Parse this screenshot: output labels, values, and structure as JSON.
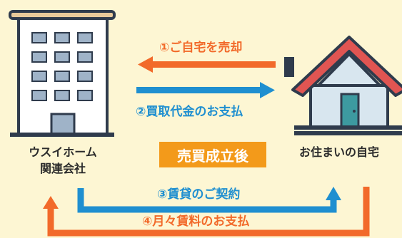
{
  "colors": {
    "background": "#fdf6d3",
    "orange": "#f26a2a",
    "blue": "#1f8fd0",
    "badge": "#f39a1a",
    "building_dark": "#2f3b4c",
    "roof": "#e05552",
    "house_wall": "#d8e6ef"
  },
  "left_node": {
    "name_line1": "ウスイホーム",
    "name_line2": "関連会社",
    "icon": "office-building-icon"
  },
  "right_node": {
    "name": "お住まいの自宅",
    "icon": "house-icon"
  },
  "center_badge": "売買成立後",
  "flows": {
    "step1": "①ご自宅を売却",
    "step2": "②買取代金のお支払",
    "step3": "③賃貸のご契約",
    "step4": "④月々賃料のお支払"
  }
}
